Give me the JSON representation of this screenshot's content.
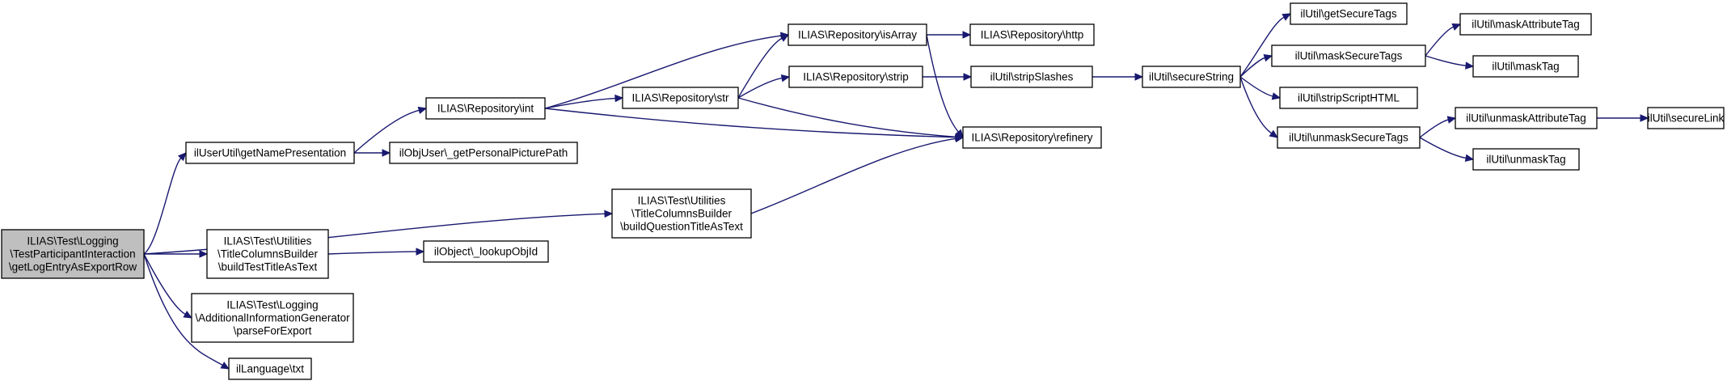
{
  "graph": {
    "nodes": [
      {
        "id": "root",
        "root": true,
        "lines": [
          "ILIAS\\Test\\Logging",
          "\\TestParticipantInteraction",
          "\\getLogEntryAsExportRow"
        ]
      },
      {
        "id": "gnp",
        "lines": [
          "ilUserUtil\\getNamePresentation"
        ]
      },
      {
        "id": "ttab",
        "lines": [
          "ILIAS\\Test\\Utilities",
          "\\TitleColumnsBuilder",
          "\\buildTestTitleAsText"
        ]
      },
      {
        "id": "aig",
        "lines": [
          "ILIAS\\Test\\Logging",
          "\\AdditionalInformationGenerator",
          "\\parseForExport"
        ]
      },
      {
        "id": "txt",
        "lines": [
          "ilLanguage\\txt"
        ]
      },
      {
        "id": "bqt",
        "lines": [
          "ILIAS\\Test\\Utilities",
          "\\TitleColumnsBuilder",
          "\\buildQuestionTitleAsText"
        ]
      },
      {
        "id": "rint",
        "lines": [
          "ILIAS\\Repository\\int"
        ]
      },
      {
        "id": "gppp",
        "lines": [
          "ilObjUser\\_getPersonalPicturePath"
        ]
      },
      {
        "id": "loi",
        "lines": [
          "ilObject\\_lookupObjId"
        ]
      },
      {
        "id": "rstr",
        "lines": [
          "ILIAS\\Repository\\str"
        ]
      },
      {
        "id": "risa",
        "lines": [
          "ILIAS\\Repository\\isArray"
        ]
      },
      {
        "id": "rstrip",
        "lines": [
          "ILIAS\\Repository\\strip"
        ]
      },
      {
        "id": "rref",
        "lines": [
          "ILIAS\\Repository\\refinery"
        ]
      },
      {
        "id": "rhttp",
        "lines": [
          "ILIAS\\Repository\\http"
        ]
      },
      {
        "id": "ss",
        "lines": [
          "ilUtil\\stripSlashes"
        ]
      },
      {
        "id": "sstr",
        "lines": [
          "ilUtil\\secureString"
        ]
      },
      {
        "id": "gst",
        "lines": [
          "ilUtil\\getSecureTags"
        ]
      },
      {
        "id": "mst",
        "lines": [
          "ilUtil\\maskSecureTags"
        ]
      },
      {
        "id": "ssh",
        "lines": [
          "ilUtil\\stripScriptHTML"
        ]
      },
      {
        "id": "ust",
        "lines": [
          "ilUtil\\unmaskSecureTags"
        ]
      },
      {
        "id": "mat",
        "lines": [
          "ilUtil\\maskAttributeTag"
        ]
      },
      {
        "id": "mt",
        "lines": [
          "ilUtil\\maskTag"
        ]
      },
      {
        "id": "uat",
        "lines": [
          "ilUtil\\unmaskAttributeTag"
        ]
      },
      {
        "id": "ut",
        "lines": [
          "ilUtil\\unmaskTag"
        ]
      },
      {
        "id": "sl",
        "lines": [
          "ilUtil\\secureLink"
        ]
      }
    ],
    "edges": [
      [
        "root",
        "gnp"
      ],
      [
        "root",
        "bqt"
      ],
      [
        "root",
        "ttab"
      ],
      [
        "root",
        "aig"
      ],
      [
        "root",
        "txt"
      ],
      [
        "gnp",
        "rint"
      ],
      [
        "gnp",
        "gppp"
      ],
      [
        "ttab",
        "loi"
      ],
      [
        "bqt",
        "rref"
      ],
      [
        "rint",
        "risa"
      ],
      [
        "rint",
        "rstr"
      ],
      [
        "rint",
        "rref"
      ],
      [
        "rstr",
        "risa"
      ],
      [
        "rstr",
        "rstrip"
      ],
      [
        "rstr",
        "rref"
      ],
      [
        "risa",
        "rhttp"
      ],
      [
        "risa",
        "rref"
      ],
      [
        "rstrip",
        "ss"
      ],
      [
        "ss",
        "sstr"
      ],
      [
        "sstr",
        "gst"
      ],
      [
        "sstr",
        "mst"
      ],
      [
        "sstr",
        "ssh"
      ],
      [
        "sstr",
        "ust"
      ],
      [
        "mst",
        "mat"
      ],
      [
        "mst",
        "mt"
      ],
      [
        "ust",
        "uat"
      ],
      [
        "ust",
        "ut"
      ],
      [
        "uat",
        "sl"
      ]
    ]
  }
}
